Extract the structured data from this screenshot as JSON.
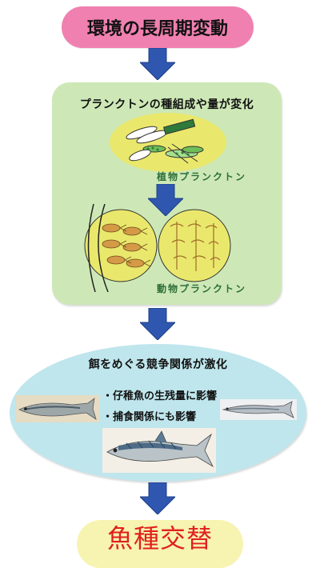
{
  "top_box": {
    "label": "環境の長周期変動"
  },
  "plankton_box": {
    "title": "プランクトンの種組成や量が変化",
    "phytoplankton_label": "植物プランクトン",
    "zooplankton_label": "動物プランクトン"
  },
  "competition_box": {
    "title": "餌をめぐる競争関係が激化",
    "bullet_1": "・仔稚魚の生残量に影響",
    "bullet_2": "・捕食関係にも影響"
  },
  "result_box": {
    "label": "魚種交替"
  },
  "colors": {
    "pink": "#f080b0",
    "green_panel": "#cde8b6",
    "plankton_circle": "#e9e86c",
    "arrow_blue": "#2f57b0",
    "blue_panel": "#bfe6ec",
    "result_red": "#e02020"
  },
  "icons": [
    "down-arrow-icon",
    "phytoplankton-icon",
    "zooplankton-icon",
    "sardine-image",
    "anchovy-image",
    "mackerel-image"
  ]
}
